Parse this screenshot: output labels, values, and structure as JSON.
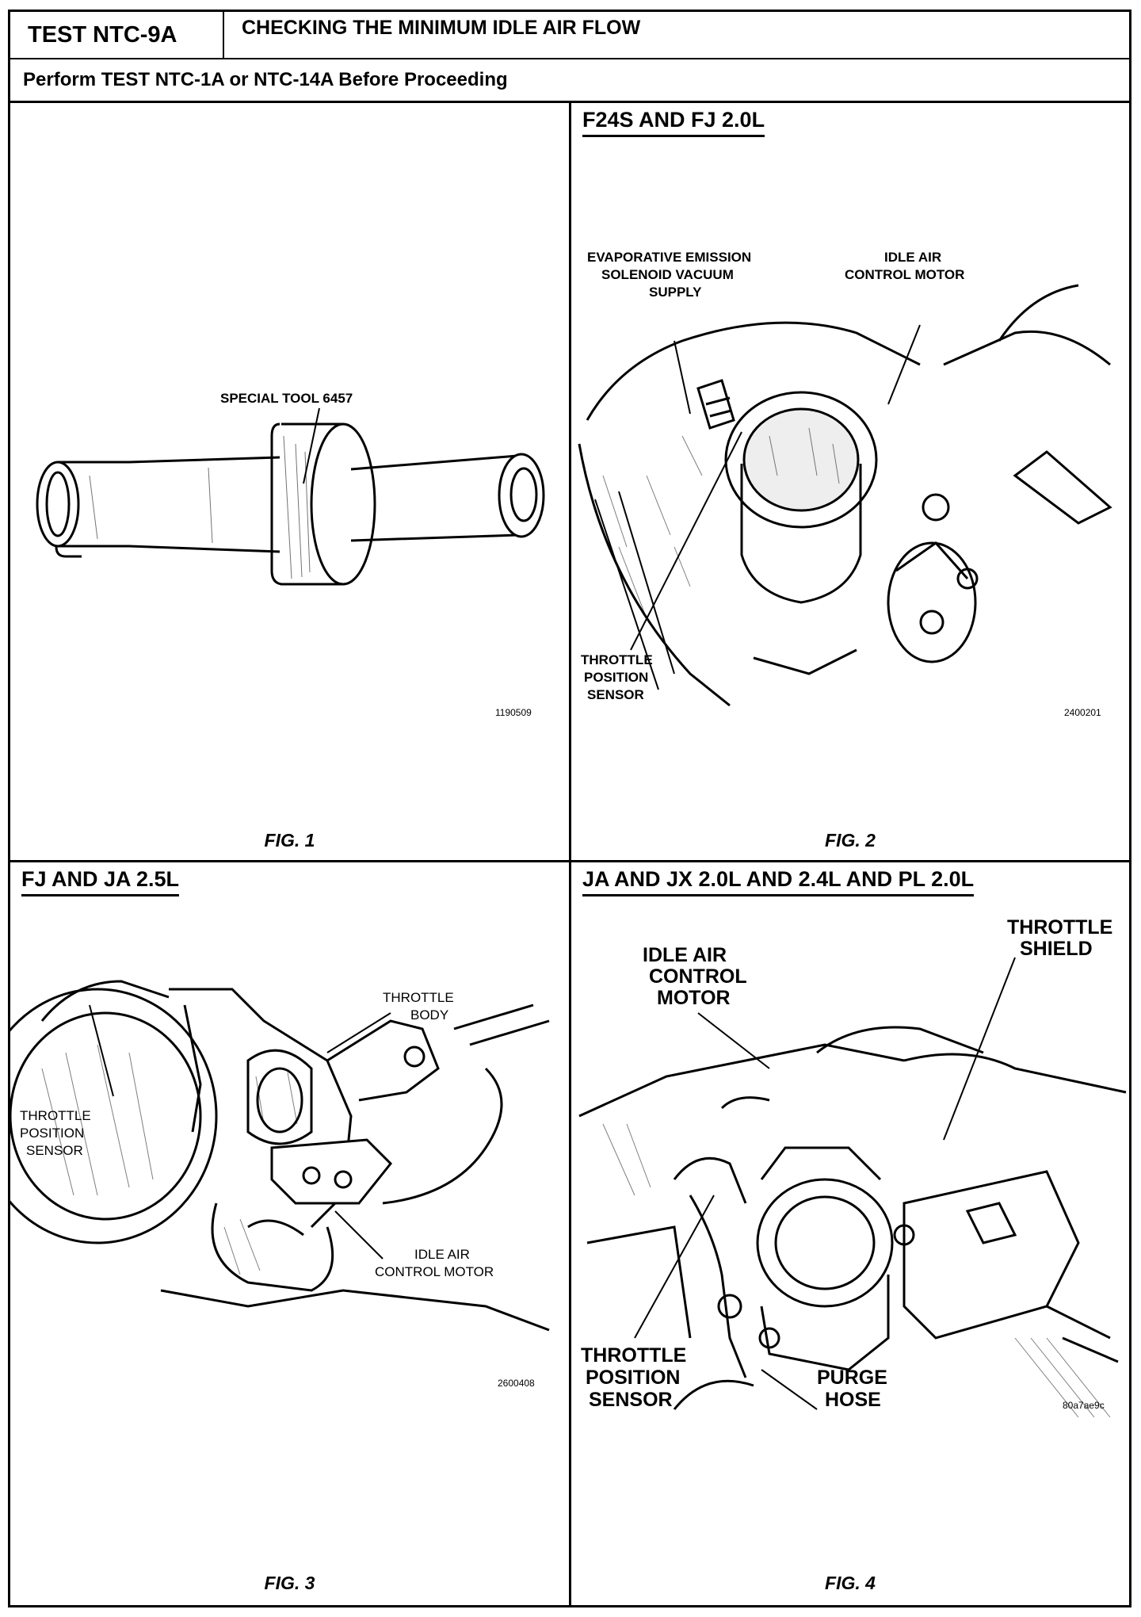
{
  "header": {
    "test_id": "TEST NTC-9A",
    "title": "CHECKING THE MINIMUM IDLE AIR FLOW",
    "prerequisite": "Perform TEST NTC-1A or NTC-14A Before Proceeding"
  },
  "panels": [
    {
      "title": "",
      "caption": "FIG. 1",
      "code": "1190509",
      "labels": [
        "SPECIAL TOOL 6457"
      ]
    },
    {
      "title": "F24S AND FJ 2.0L",
      "caption": "FIG. 2",
      "code": "2400201",
      "labels": [
        "EVAPORATIVE EMISSION",
        "SOLENOID VACUUM",
        "SUPPLY",
        "IDLE AIR",
        "CONTROL MOTOR",
        "THROTTLE",
        "POSITION",
        "SENSOR"
      ]
    },
    {
      "title": "FJ AND JA 2.5L",
      "caption": "FIG. 3",
      "code": "2600408",
      "labels": [
        "THROTTLE",
        "BODY",
        "THROTTLE",
        "POSITION",
        "SENSOR",
        "IDLE AIR",
        "CONTROL MOTOR"
      ]
    },
    {
      "title": "JA AND JX 2.0L AND 2.4L AND PL 2.0L",
      "caption": "FIG. 4",
      "code": "80a7ae9c",
      "labels": [
        "IDLE AIR",
        "CONTROL",
        "MOTOR",
        "THROTTLE",
        "SHIELD",
        "THROTTLE",
        "POSITION",
        "SENSOR",
        "PURGE",
        "HOSE"
      ]
    }
  ]
}
